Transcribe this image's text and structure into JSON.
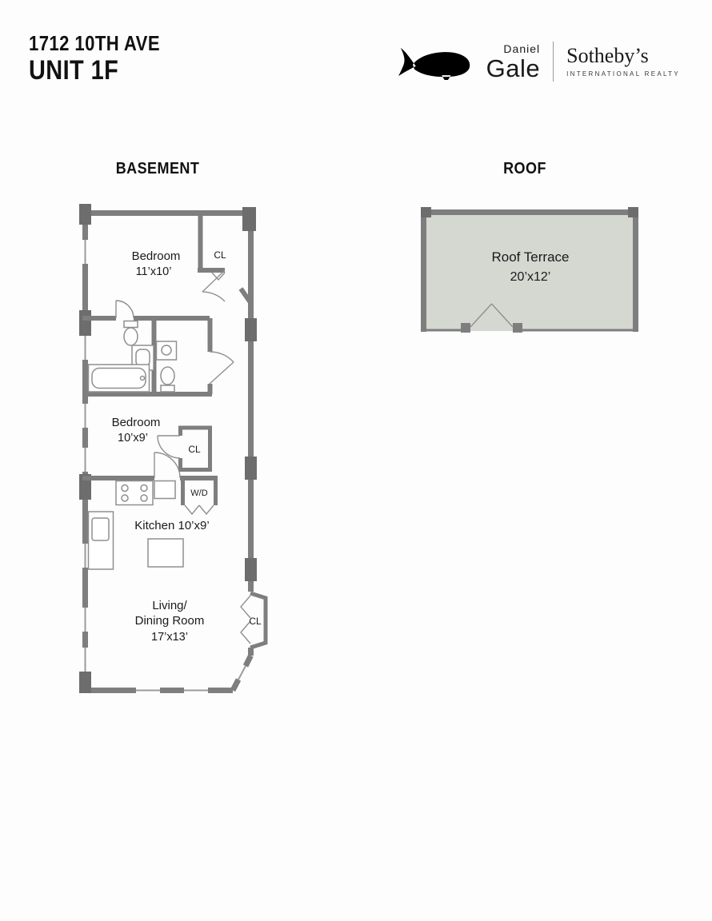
{
  "page": {
    "address": "1712 10TH AVE",
    "unit": "UNIT 1F"
  },
  "logo": {
    "daniel": "Daniel",
    "gale": "Gale",
    "brand": "Sotheby’s",
    "tagline": "INTERNATIONAL REALTY"
  },
  "basement": {
    "title": "BASEMENT",
    "bedroom1": {
      "name": "Bedroom",
      "dims": "11’x10’"
    },
    "closet1": "CL",
    "bedroom2": {
      "name": "Bedroom",
      "dims": "10’x9’"
    },
    "closet2": "CL",
    "laundry": "W/D",
    "kitchen": "Kitchen 10’x9’",
    "living": {
      "line1": "Living/",
      "line2": "Dining Room",
      "dims": "17’x13’"
    },
    "closet3": "CL"
  },
  "roof": {
    "title": "ROOF",
    "terrace": {
      "name": "Roof Terrace",
      "dims": "20’x12’"
    }
  },
  "colors": {
    "wall": "#7e7e7e",
    "wall_dark": "#6d6d6d",
    "roof_fill": "#d5d7d1",
    "text": "#1a1a1a"
  }
}
